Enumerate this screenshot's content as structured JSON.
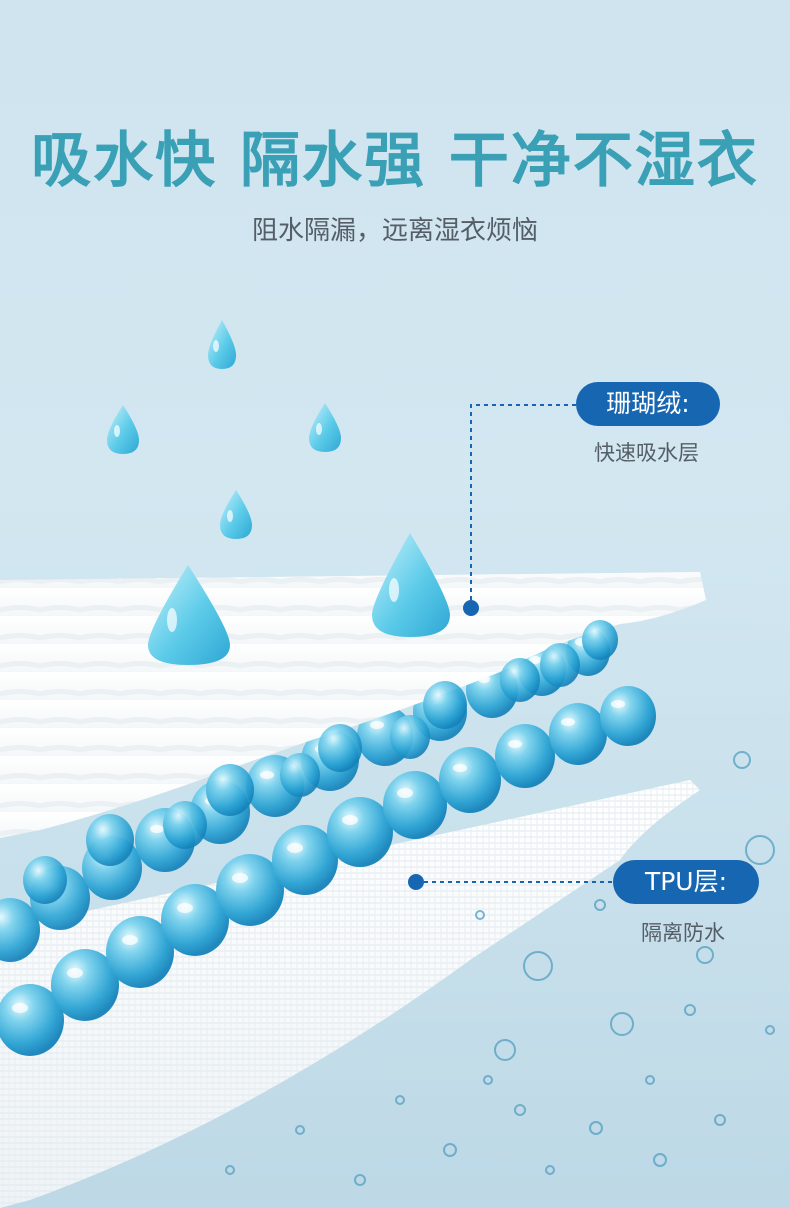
{
  "headline": "吸水快 隔水强 干净不湿衣",
  "subline": "阻水隔漏，远离湿衣烦恼",
  "callouts": [
    {
      "label": "珊瑚绒:",
      "description": "快速吸水层"
    },
    {
      "label": "TPU层:",
      "description": "隔离防水"
    }
  ],
  "colors": {
    "headline": "#3aa0b5",
    "pill": "#1766b1",
    "water": "#3fb6dc"
  }
}
